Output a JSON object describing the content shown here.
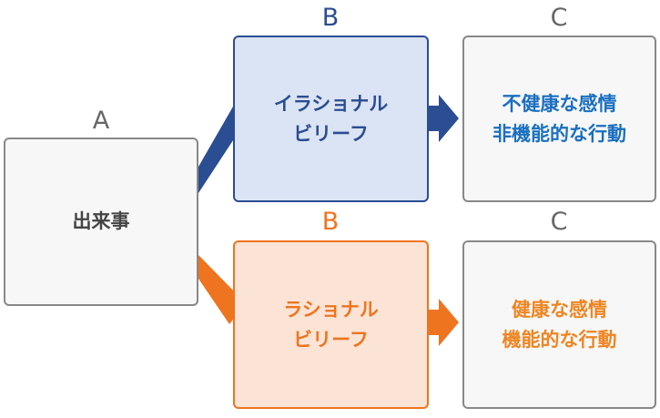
{
  "colors": {
    "irrational": "#2b4d91",
    "rational": "#ee741f",
    "neutral_text": "#444444",
    "letter_gray": "#666666",
    "emotion_blue": "#1a6fc0",
    "emotion_orange": "#ee8522"
  },
  "event": {
    "letter": "A",
    "label": "出来事"
  },
  "irrational_path": {
    "belief_letter": "B",
    "belief_label": "イラショナル\nビリーフ",
    "consequence_letter": "C",
    "consequence_label": "不健康な感情\n非機能的な行動"
  },
  "rational_path": {
    "belief_letter": "B",
    "belief_label": "ラショナル\nビリーフ",
    "consequence_letter": "C",
    "consequence_label": "健康な感情\n機能的な行動"
  }
}
